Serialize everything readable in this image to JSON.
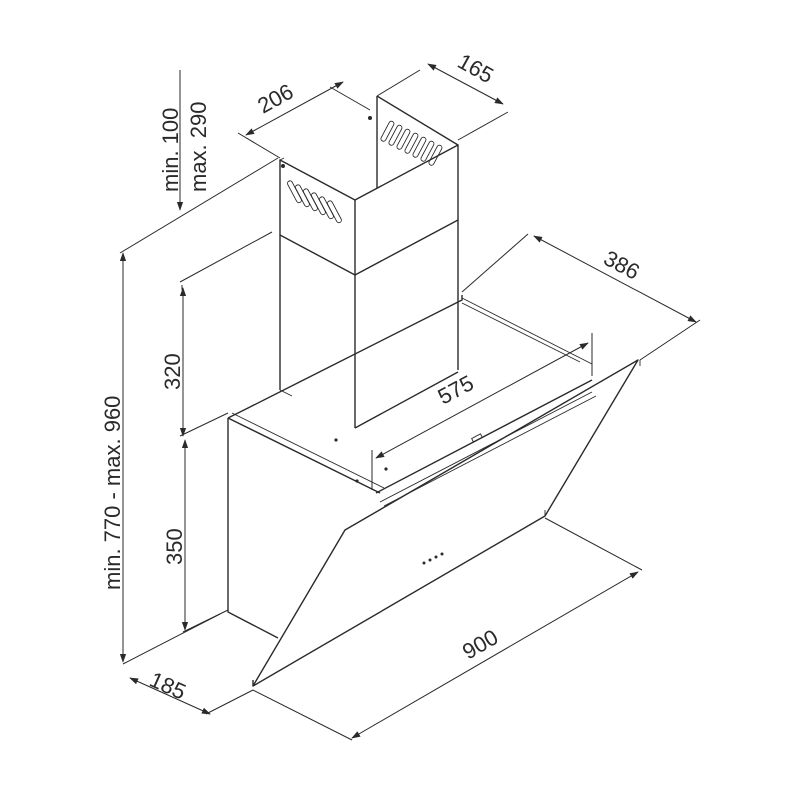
{
  "dimensions": {
    "chimney_width": "206",
    "chimney_depth": "165",
    "chimney_adjust": "min. 100",
    "chimney_adjust_max": "max. 290",
    "total_height": "min. 770 - max. 960",
    "chimney_height": "320",
    "body_height": "350",
    "body_depth": "185",
    "glass_width": "900",
    "glass_depth": "386",
    "body_width": "575"
  }
}
